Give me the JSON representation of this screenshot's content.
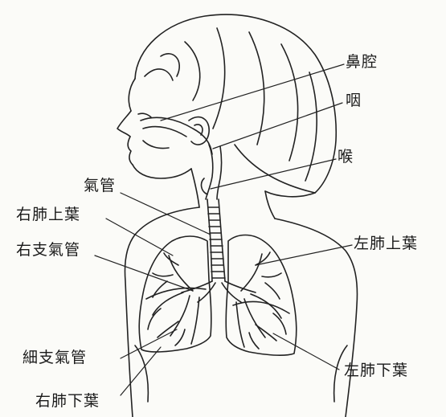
{
  "labels": {
    "nasal_cavity": "鼻腔",
    "pharynx": "咽",
    "larynx": "喉",
    "trachea": "氣管",
    "right_upper_lobe": "右肺上葉",
    "right_bronchus": "右支氣管",
    "left_upper_lobe": "左肺上葉",
    "bronchioles": "細支氣管",
    "left_lower_lobe": "左肺下葉",
    "right_lower_lobe": "右肺下葉"
  }
}
